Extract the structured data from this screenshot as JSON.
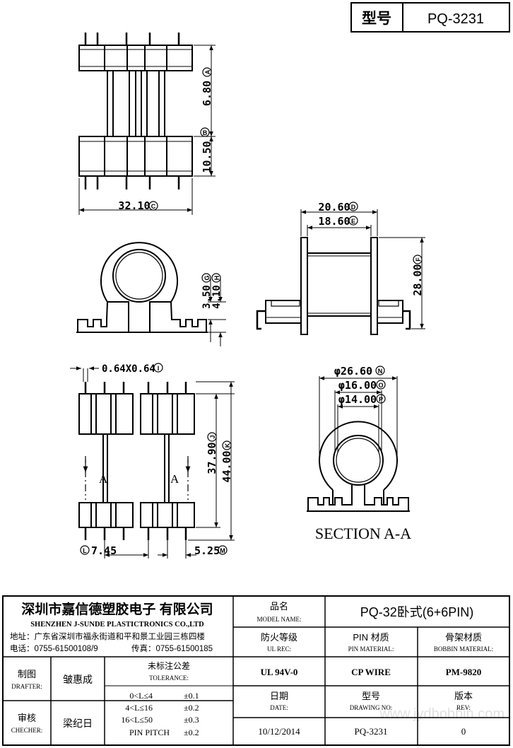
{
  "header": {
    "type_label": "型号",
    "model_no": "PQ-3231"
  },
  "dimensions": {
    "d1": "6.80",
    "d1_mark": "A",
    "d2": "10.50",
    "d2_mark": "B",
    "d3": "32.10",
    "d3_mark": "C",
    "d4": "20.60",
    "d4_mark": "D",
    "d5": "18.60",
    "d5_mark": "E",
    "d6": "28.00",
    "d6_mark": "F",
    "d7": "3.50",
    "d7_mark": "G",
    "d8": "4.10",
    "d8_mark": "H",
    "d9": "0.64X0.64",
    "d9_mark": "I",
    "d10": "37.90",
    "d10_mark": "J",
    "d11": "44.00",
    "d11_mark": "K",
    "d12": "7.45",
    "d12_mark": "L",
    "d13": "5.25",
    "d13_mark": "M",
    "d14": "φ26.60",
    "d14_mark": "N",
    "d15": "φ16.00",
    "d15_mark": "O",
    "d16": "φ14.00",
    "d16_mark": "P",
    "section_marker": "A",
    "section_title": "SECTION A-A"
  },
  "title_block": {
    "company_cn": "深圳市嘉信德塑胶电子 有限公司",
    "company_en": "SHENZHEN J-SUNDE PLASTICTRONICS CO.,LTD",
    "address": "地址：广东省深圳市福永街道和平和景工业园三栋四楼",
    "tel": "电话：0755-61500108/9",
    "fax": "传真：0755-61500185",
    "product_name_cn": "品名",
    "product_name_en": "MODEL NAME:",
    "product_name": "PQ-32卧式(6+6PIN)",
    "ul_rec_cn": "防火等级",
    "ul_rec_en": "UL REC:",
    "pin_material_cn": "PIN 材质",
    "pin_material_en": "PIN MATERIAL:",
    "bobbin_material_cn": "骨架材质",
    "bobbin_material_en": "BOBBIN MATERIAL:",
    "ul_rec": "UL 94V-0",
    "pin_material": "CP WIRE",
    "bobbin_material": "PM-9820",
    "drafter_cn": "制图",
    "drafter_en": "DRAFTER:",
    "drafter": "皱惠成",
    "checker_cn": "审核",
    "checker_en": "CHECHER:",
    "checker": "梁纪日",
    "tolerance_cn": "未标注公差",
    "tolerance_en": "TOLERANCE:",
    "tolerance_rows": [
      {
        "range": "0<L≤4",
        "tol": "±0.1"
      },
      {
        "range": "4<L≤16",
        "tol": "±0.2"
      },
      {
        "range": "16<L≤50",
        "tol": "±0.3"
      },
      {
        "range": "PIN PITCH",
        "tol": "±0.2"
      }
    ],
    "date_cn": "日期",
    "date_en": "DATE:",
    "date": "10/12/2014",
    "drawing_no_cn": "型号",
    "drawing_no_en": "DRAWING NO:",
    "drawing_no": "PQ-3231",
    "rev_cn": "版本",
    "rev_en": "REV:",
    "rev": "0",
    "watermark": "www.jydbobbin.com"
  }
}
